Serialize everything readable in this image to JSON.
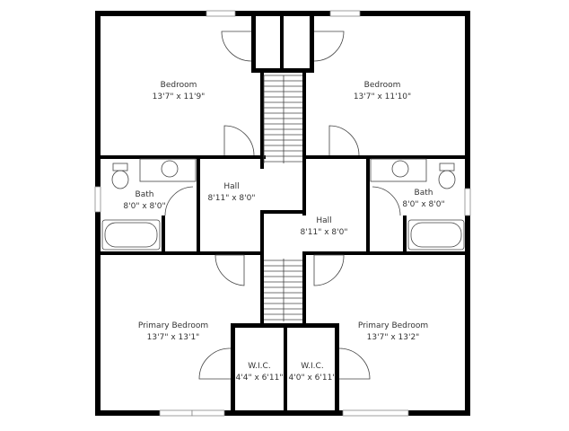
{
  "rooms": [
    {
      "name": "Bedroom",
      "size": "13'7\" x 11'9\""
    },
    {
      "name": "Bedroom",
      "size": "13'7\" x 11'10\""
    },
    {
      "name": "Bath",
      "size": "8'0\" x 8'0\""
    },
    {
      "name": "Hall",
      "size": "8'11\" x 8'0\""
    },
    {
      "name": "Hall",
      "size": "8'11\" x 8'0\""
    },
    {
      "name": "Bath",
      "size": "8'0\" x 8'0\""
    },
    {
      "name": "Primary Bedroom",
      "size": "13'7\" x 13'1\""
    },
    {
      "name": "W.I.C.",
      "size": "4'4\" x 6'11\""
    },
    {
      "name": "W.I.C.",
      "size": "4'0\" x 6'11\""
    },
    {
      "name": "Primary Bedroom",
      "size": "13'7\" x 13'2\""
    }
  ],
  "colors": {
    "wall": "#000000",
    "line": "#444444",
    "background": "#ffffff"
  }
}
